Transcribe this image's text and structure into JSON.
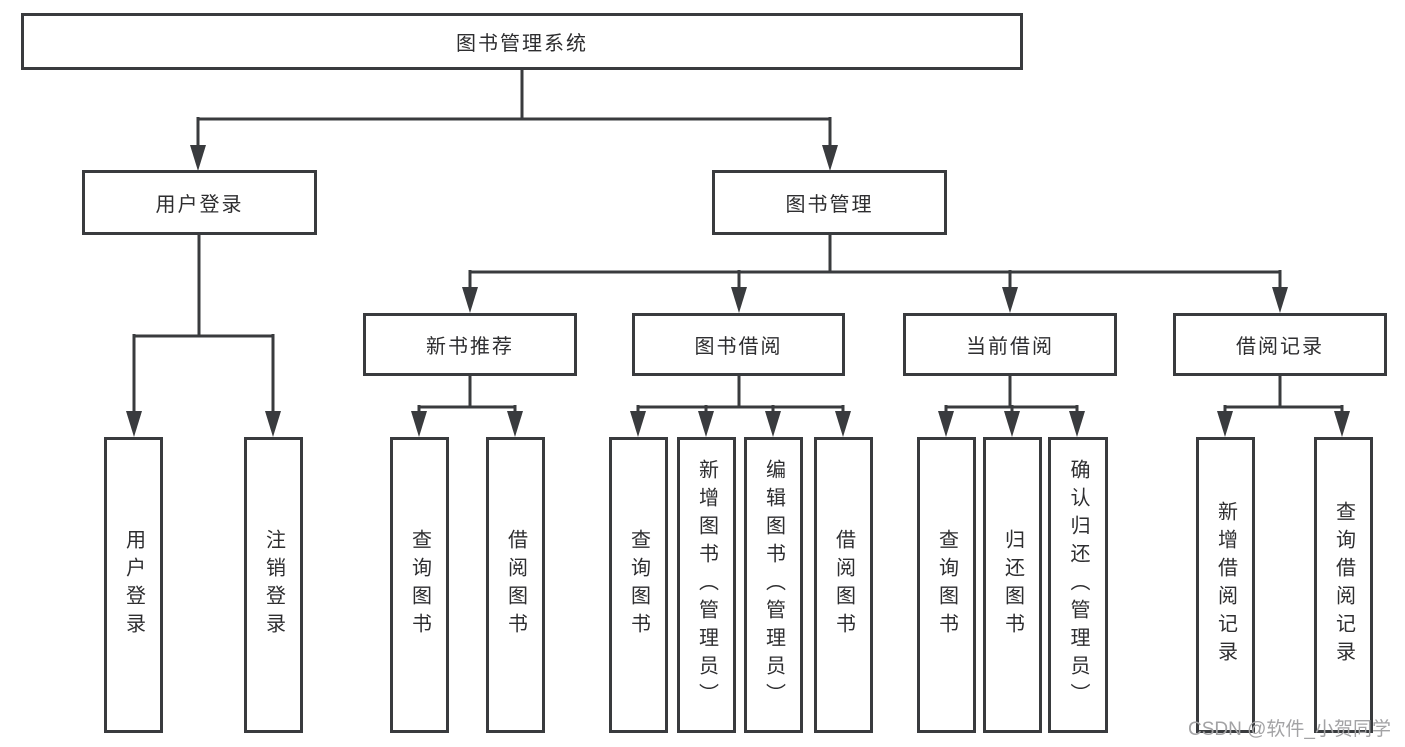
{
  "colors": {
    "line": "#393b3e",
    "box_border": "#393b3e",
    "box_fill": "#ffffff",
    "text": "#2e2e30",
    "watermark": "#a3a3a5",
    "background": "#ffffff"
  },
  "watermark": {
    "text": "CSDN @软件_小贺同学"
  },
  "tree": {
    "root": {
      "label": "图书管理系统"
    },
    "children": [
      {
        "label": "用户登录",
        "children": [
          {
            "label": "用户登录"
          },
          {
            "label": "注销登录"
          }
        ]
      },
      {
        "label": "图书管理",
        "children": [
          {
            "label": "新书推荐",
            "children": [
              {
                "label": "查询图书"
              },
              {
                "label": "借阅图书"
              }
            ]
          },
          {
            "label": "图书借阅",
            "children": [
              {
                "label": "查询图书"
              },
              {
                "label": "新增图书（管理员）"
              },
              {
                "label": "编辑图书（管理员）"
              },
              {
                "label": "借阅图书"
              }
            ]
          },
          {
            "label": "当前借阅",
            "children": [
              {
                "label": "查询图书"
              },
              {
                "label": "归还图书"
              },
              {
                "label": "确认归还（管理员）"
              }
            ]
          },
          {
            "label": "借阅记录",
            "children": [
              {
                "label": "新增借阅记录"
              },
              {
                "label": "查询借阅记录"
              }
            ]
          }
        ]
      }
    ]
  }
}
